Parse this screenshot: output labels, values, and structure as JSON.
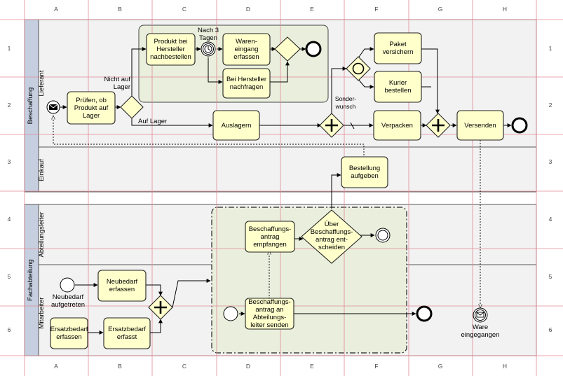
{
  "grid": {
    "columns": [
      "A",
      "B",
      "C",
      "D",
      "E",
      "F",
      "G",
      "H"
    ],
    "rows": [
      "1",
      "2",
      "3",
      "4",
      "5",
      "6"
    ]
  },
  "pools": [
    {
      "name": "Beschaffung",
      "lanes": [
        "Lieferant",
        "Einkauf"
      ]
    },
    {
      "name": "Fachabteilung",
      "lanes": [
        "Abteilungsleiter",
        "Mitarbeiter"
      ]
    }
  ],
  "tasks": {
    "pruefen": "Prüfen, ob\nProdukt auf\nLager",
    "produkt_nachbestellen": "Produkt bei\nHersteller\nnachbestellen",
    "wareneingang": "Waren-\neingang\nerfassen",
    "nachfragen": "Bei Hersteller\nnachfragen",
    "auslagern": "Auslagern",
    "paket_versichern": "Paket\nversichern",
    "kurier_bestellen": "Kurier\nbestellen",
    "verpacken": "Verpacken",
    "versenden": "Versenden",
    "bestellung_aufgeben": "Bestellung\naufgeben",
    "antrag_empfangen": "Beschaffungs-\nantrag\nempfangen",
    "neubedarf_erfassen": "Neubedarf\nerfassen",
    "ersatzbedarf_erfassen": "Ersatzbedarf\nerfassen",
    "ersatzbedarf_erfasst": "Ersatzbedarf\nerfasst",
    "antrag_senden": "Beschaffungs-\nantrag an\nAbteilungs-\nleiter senden"
  },
  "gateways": {
    "entscheiden": "Über\nBeschaffungs-\nantrag ent-\nscheiden"
  },
  "labels": {
    "nach_3_tagen": "Nach 3\nTagen",
    "nicht_auf_lager": "Nicht auf\nLager",
    "auf_lager": "Auf Lager",
    "sonderwunsch": "Sonder-\nwunsch",
    "neubedarf_aufgetreten": "Neubedarf\naufgetreten",
    "ware_eingegangen": "Ware\neingegangen"
  },
  "colors": {
    "task_fill": "#ffffcc",
    "subprocess_fill": "#e9efdc",
    "lane_fill": "#f2f2f2",
    "pool_header": "#c5cfe0",
    "grid_line": "#e08a96"
  }
}
